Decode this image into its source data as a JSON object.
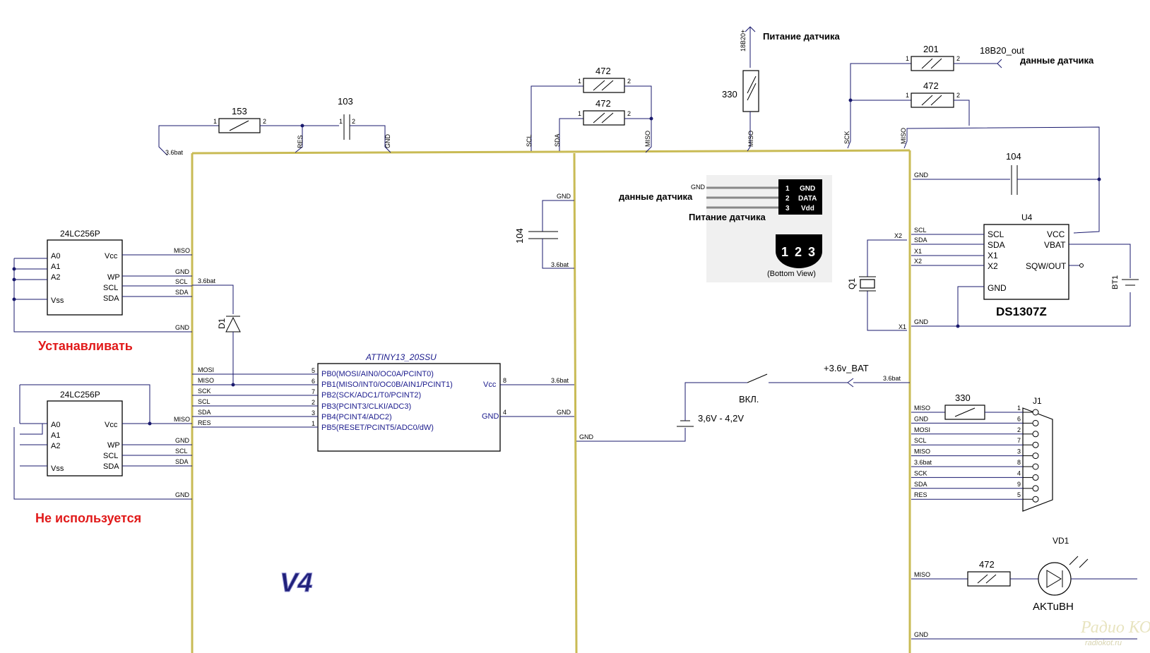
{
  "labels": {
    "install": "Устанавливать",
    "not_used": "Не используется",
    "power_sensor": "Питание датчика",
    "sensor_data": "данные датчика",
    "v4": "V4",
    "ds1307": "DS1307Z",
    "aktivn": "AKTuBH",
    "vkl": "ВКЛ.",
    "battery_range": "3,6V - 4,2V",
    "bat_net": "+3.6v_BAT",
    "sensor_in": "18B20+",
    "sensor_out": "18B20_out",
    "watermark_1": "Радио КОТ",
    "watermark_2": "radiokot.ru"
  },
  "ics": {
    "eeprom1": {
      "name": "24LC256P",
      "pins_left": [
        "A0",
        "A1",
        "A2",
        "Vss"
      ],
      "pins_right": [
        "Vcc",
        "WP",
        "SCL",
        "SDA"
      ]
    },
    "eeprom2": {
      "name": "24LC256P",
      "pins_left": [
        "A0",
        "A1",
        "A2",
        "Vss"
      ],
      "pins_right": [
        "Vcc",
        "WP",
        "SCL",
        "SDA"
      ]
    },
    "mcu": {
      "name": "ATTINY13_20SSU",
      "pins_left": [
        "PB0(MOSI/AIN0/OC0A/PCINT0)",
        "PB1(MISO/INT0/OC0B/AIN1/PCINT1)",
        "PB2(SCK/ADC1/T0/PCINT2)",
        "PB3(PCINT3/CLKI/ADC3)",
        "PB4(PCINT4/ADC2)",
        "PB5(RESET/PCINT5/ADC0/dW)"
      ],
      "pins_right": [
        "Vcc",
        "GND"
      ]
    },
    "rtc": {
      "name": "U4",
      "pins_left": [
        "SCL",
        "SDA",
        "X1",
        "X2",
        "GND"
      ],
      "pins_right": [
        "VCC",
        "VBAT",
        "SQW/OUT"
      ]
    }
  },
  "components": {
    "r153": "153",
    "c103": "103",
    "r472a": "472",
    "r472b": "472",
    "r330a": "330",
    "r201": "201",
    "r472c": "472",
    "c104a": "104",
    "c104b": "104",
    "r330b": "330",
    "r472d": "472",
    "d1": "D1",
    "q1": "Q1",
    "bt1": "BT1",
    "j1": "J1",
    "vd1": "VD1"
  },
  "sensor_pinout": {
    "pins": [
      "GND",
      "DATA",
      "Vdd"
    ],
    "numbers": [
      "1",
      "2",
      "3"
    ],
    "bottom_view": "(Bottom View)",
    "side_gnd": "GND"
  },
  "nets": {
    "bat": "3.6bat",
    "miso": "MISO",
    "mosi": "MOSI",
    "sck": "SCK",
    "scl": "SCL",
    "sda": "SDA",
    "gnd": "GND",
    "res": "RES",
    "x1": "X1",
    "x2": "X2"
  },
  "j1_rows": [
    {
      "net": "MISO",
      "pin": "1"
    },
    {
      "net": "GND",
      "pin": "6"
    },
    {
      "net": "MOSI",
      "pin": "2"
    },
    {
      "net": "SCL",
      "pin": "7"
    },
    {
      "net": "MISO",
      "pin": "3"
    },
    {
      "net": "3.6bat",
      "pin": "8"
    },
    {
      "net": "SCK",
      "pin": "4"
    },
    {
      "net": "SDA",
      "pin": "9"
    },
    {
      "net": "RES",
      "pin": "5"
    }
  ],
  "colors": {
    "bus": "#c9bb55",
    "wire": "#1a1a6e",
    "note": "#e11a1a",
    "ic_text": "#1a1a8c"
  }
}
